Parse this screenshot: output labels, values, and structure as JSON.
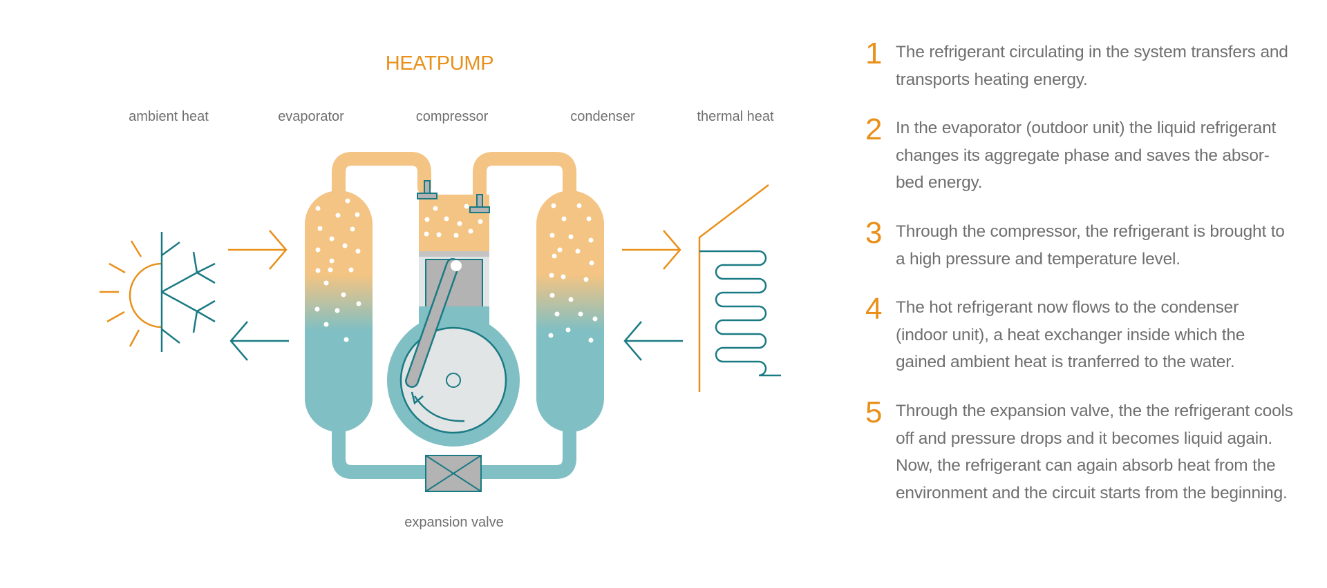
{
  "diagram": {
    "title": "HEATPUMP",
    "labels": {
      "ambient_heat": "ambient heat",
      "evaporator": "evaporator",
      "compressor": "compressor",
      "condenser": "condenser",
      "thermal_heat": "thermal heat",
      "expansion_valve": "expansion valve"
    },
    "colors": {
      "accent_orange": "#e8901a",
      "teal": "#1a7a84",
      "warm_fill": "#f3c483",
      "cool_fill": "#80bfc3",
      "gray": "#b5b5b5",
      "text": "#6f6f6f"
    },
    "icons": [
      "sun-snowflake-icon",
      "radiator-icon",
      "arrow-right-icon",
      "arrow-left-icon"
    ]
  },
  "steps": [
    {
      "num": "1",
      "text": "The refrigerant circulating in the system transfers and transports heating energy."
    },
    {
      "num": "2",
      "text": "In the evaporator (outdoor unit) the liquid refrigerant changes its aggregate phase and saves the absor-bed energy."
    },
    {
      "num": "3",
      "text": "Through the compressor, the refrigerant is brought to a high pressure and temperature level."
    },
    {
      "num": "4",
      "text": "The hot refrigerant now flows to the condenser (indoor unit), a heat exchanger inside which the gained ambient heat is tranferred to the water."
    },
    {
      "num": "5",
      "text": "Through the expansion valve, the the refrigerant cools off and pressure drops and it becomes liquid again. Now, the refrigerant can again absorb heat from the environment and the circuit starts from the beginning."
    }
  ]
}
